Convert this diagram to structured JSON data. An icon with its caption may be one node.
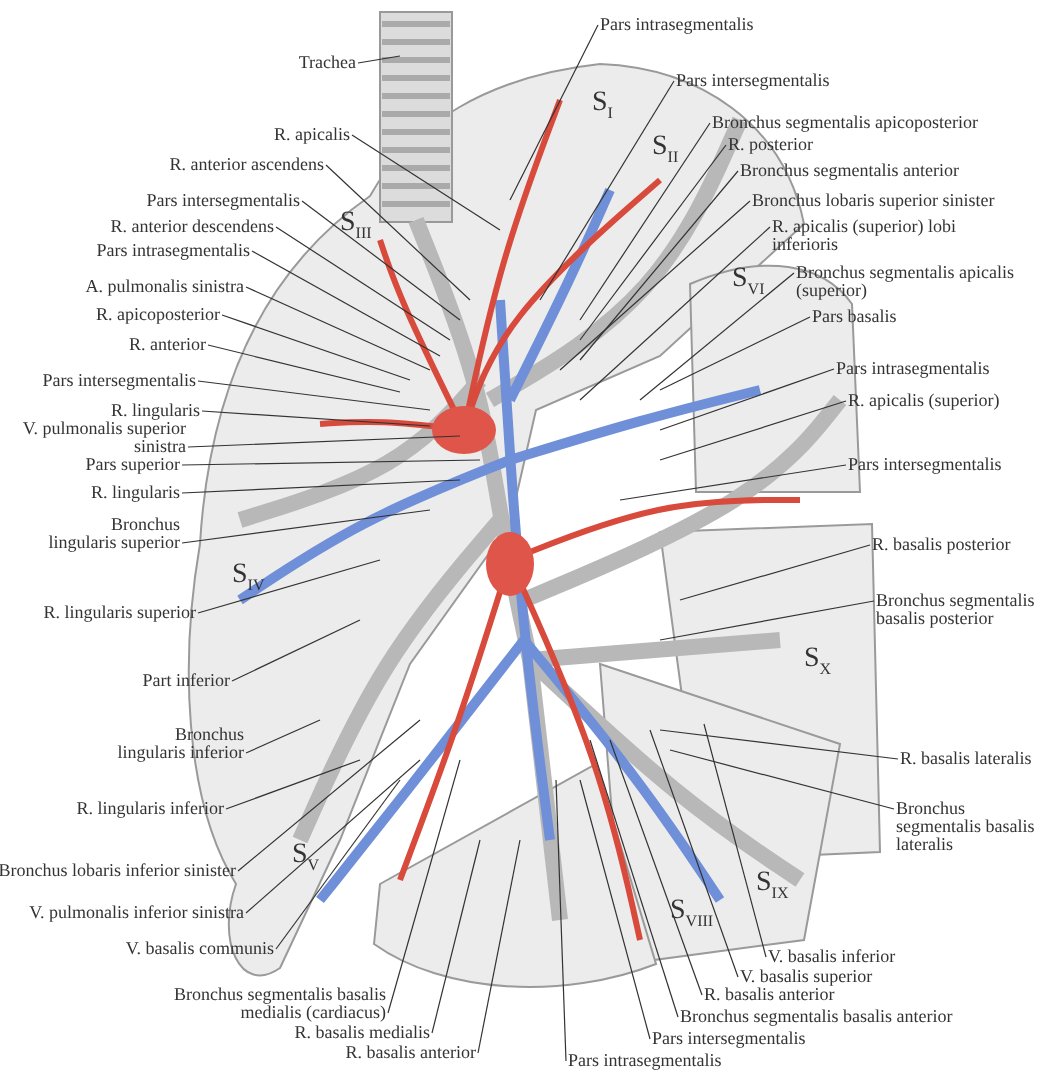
{
  "diagram": {
    "nodes": [
      {
        "text": [
          "Trachea"
        ]
      },
      {
        "text": [
          "R. apicalis"
        ]
      },
      {
        "text": [
          "R. anterior ascendens"
        ]
      },
      {
        "text": [
          "Pars intersegmentalis"
        ]
      },
      {
        "text": [
          "R. anterior descendens"
        ]
      },
      {
        "text": [
          "Pars intrasegmentalis"
        ]
      },
      {
        "text": [
          "A. pulmonalis sinistra"
        ]
      },
      {
        "text": [
          "R. apicoposterior"
        ]
      },
      {
        "text": [
          "R. anterior"
        ]
      },
      {
        "text": [
          "Pars intersegmentalis"
        ]
      },
      {
        "text": [
          "R. lingularis"
        ]
      },
      {
        "text": [
          "V. pulmonalis superior sinistra"
        ]
      },
      {
        "text": [
          "Pars superior"
        ]
      },
      {
        "text": [
          "R. lingularis"
        ]
      },
      {
        "text": [
          "Bronchus lingularis superior"
        ]
      },
      {
        "text": [
          "R. lingularis superior"
        ]
      },
      {
        "text": [
          "Part inferior"
        ]
      },
      {
        "text": [
          "Bronchus lingularis inferior"
        ]
      },
      {
        "text": [
          "R. lingularis inferior"
        ]
      },
      {
        "text": [
          "Bronchus lobaris inferior sinister"
        ]
      },
      {
        "text": [
          "V. pulmonalis inferior sinistra"
        ]
      },
      {
        "text": [
          "V. basalis communis"
        ]
      },
      {
        "text": [
          "Bronchus segmentalis basalis medialis (cardiacus)"
        ]
      },
      {
        "text": [
          "R. basalis medialis"
        ]
      },
      {
        "text": [
          "R. basalis anterior"
        ]
      },
      {
        "text": [
          "Pars intrasegmentalis"
        ]
      },
      {
        "text": [
          "Pars intersegmentalis"
        ]
      },
      {
        "text": [
          "Bronchus segmentalis apicoposterior"
        ]
      },
      {
        "text": [
          "R. posterior"
        ]
      },
      {
        "text": [
          "Bronchus segmentalis anterior"
        ]
      },
      {
        "text": [
          "Bronchus lobaris superior sinister"
        ]
      },
      {
        "text": [
          "R. apicalis (superior) lobi inferioris"
        ]
      },
      {
        "text": [
          "Bronchus segmentalis apicalis (superior)"
        ]
      },
      {
        "text": [
          "Pars basalis"
        ]
      },
      {
        "text": [
          "Pars intrasegmentalis"
        ]
      },
      {
        "text": [
          "R. apicalis (superior)"
        ]
      },
      {
        "text": [
          "Pars intersegmentalis"
        ]
      },
      {
        "text": [
          "R. basalis posterior"
        ]
      },
      {
        "text": [
          "Bronchus segmentalis basalis posterior"
        ]
      },
      {
        "text": [
          "R. basalis lateralis"
        ]
      },
      {
        "text": [
          "Bronchus segmentalis basalis lateralis"
        ]
      },
      {
        "text": [
          "V. basalis inferior"
        ]
      },
      {
        "text": [
          "V. basalis superior"
        ]
      },
      {
        "text": [
          "R. basalis anterior"
        ]
      },
      {
        "text": [
          "Bronchus segmentalis basalis anterior"
        ]
      },
      {
        "text": [
          "Pars intersegmentalis"
        ]
      },
      {
        "text": [
          "Pars intrasegmentalis"
        ]
      }
    ],
    "edges": [
      {
        "from": 0,
        "to": null,
        "arrow": "none"
      },
      {
        "from": 1,
        "to": null,
        "arrow": "none"
      },
      {
        "from": 2,
        "to": null,
        "arrow": "none"
      },
      {
        "from": 3,
        "to": null,
        "arrow": "none"
      },
      {
        "from": 4,
        "to": null,
        "arrow": "none"
      },
      {
        "from": 5,
        "to": null,
        "arrow": "none"
      },
      {
        "from": 6,
        "to": null,
        "arrow": "none"
      },
      {
        "from": 7,
        "to": null,
        "arrow": "none"
      },
      {
        "from": 8,
        "to": null,
        "arrow": "none"
      },
      {
        "from": 9,
        "to": null,
        "arrow": "none"
      },
      {
        "from": 10,
        "to": null,
        "arrow": "none"
      },
      {
        "from": 11,
        "to": null,
        "arrow": "none"
      },
      {
        "from": 12,
        "to": null,
        "arrow": "none"
      },
      {
        "from": 13,
        "to": null,
        "arrow": "none"
      },
      {
        "from": 14,
        "to": null,
        "arrow": "none"
      },
      {
        "from": 15,
        "to": null,
        "arrow": "none"
      },
      {
        "from": 16,
        "to": null,
        "arrow": "none"
      },
      {
        "from": 17,
        "to": null,
        "arrow": "none"
      },
      {
        "from": 18,
        "to": null,
        "arrow": "none"
      },
      {
        "from": 19,
        "to": null,
        "arrow": "none"
      },
      {
        "from": 20,
        "to": null,
        "arrow": "none"
      },
      {
        "from": 21,
        "to": null,
        "arrow": "none"
      },
      {
        "from": 22,
        "to": null,
        "arrow": "none"
      },
      {
        "from": 23,
        "to": null,
        "arrow": "none"
      },
      {
        "from": 24,
        "to": null,
        "arrow": "none"
      },
      {
        "from": 25,
        "to": null,
        "arrow": "none"
      },
      {
        "from": 26,
        "to": null,
        "arrow": "none"
      },
      {
        "from": 27,
        "to": null,
        "arrow": "none"
      },
      {
        "from": 28,
        "to": null,
        "arrow": "none"
      },
      {
        "from": 29,
        "to": null,
        "arrow": "none"
      },
      {
        "from": 30,
        "to": null,
        "arrow": "none"
      },
      {
        "from": 31,
        "to": null,
        "arrow": "none"
      },
      {
        "from": 32,
        "to": null,
        "arrow": "none"
      },
      {
        "from": 33,
        "to": null,
        "arrow": "none"
      },
      {
        "from": 34,
        "to": null,
        "arrow": "none"
      },
      {
        "from": 35,
        "to": null,
        "arrow": "none"
      },
      {
        "from": 36,
        "to": null,
        "arrow": "none"
      },
      {
        "from": 37,
        "to": null,
        "arrow": "none"
      },
      {
        "from": 38,
        "to": null,
        "arrow": "none"
      },
      {
        "from": 39,
        "to": null,
        "arrow": "none"
      },
      {
        "from": 40,
        "to": null,
        "arrow": "none"
      },
      {
        "from": 41,
        "to": null,
        "arrow": "none"
      },
      {
        "from": 42,
        "to": null,
        "arrow": "none"
      },
      {
        "from": 43,
        "to": null,
        "arrow": "none"
      },
      {
        "from": 44,
        "to": null,
        "arrow": "none"
      },
      {
        "from": 45,
        "to": null,
        "arrow": "none"
      },
      {
        "from": 46,
        "to": null,
        "arrow": "none"
      }
    ],
    "labels": [
      "S$_{I}$",
      "S$_{II}$",
      "S$_{III}$",
      "S$_{VI}$",
      "S$_{IV}$",
      "S$_{X}$",
      "S$_{V}$",
      "S$_{IX}$",
      "S$_{VIII}$"
    ]
  }
}
